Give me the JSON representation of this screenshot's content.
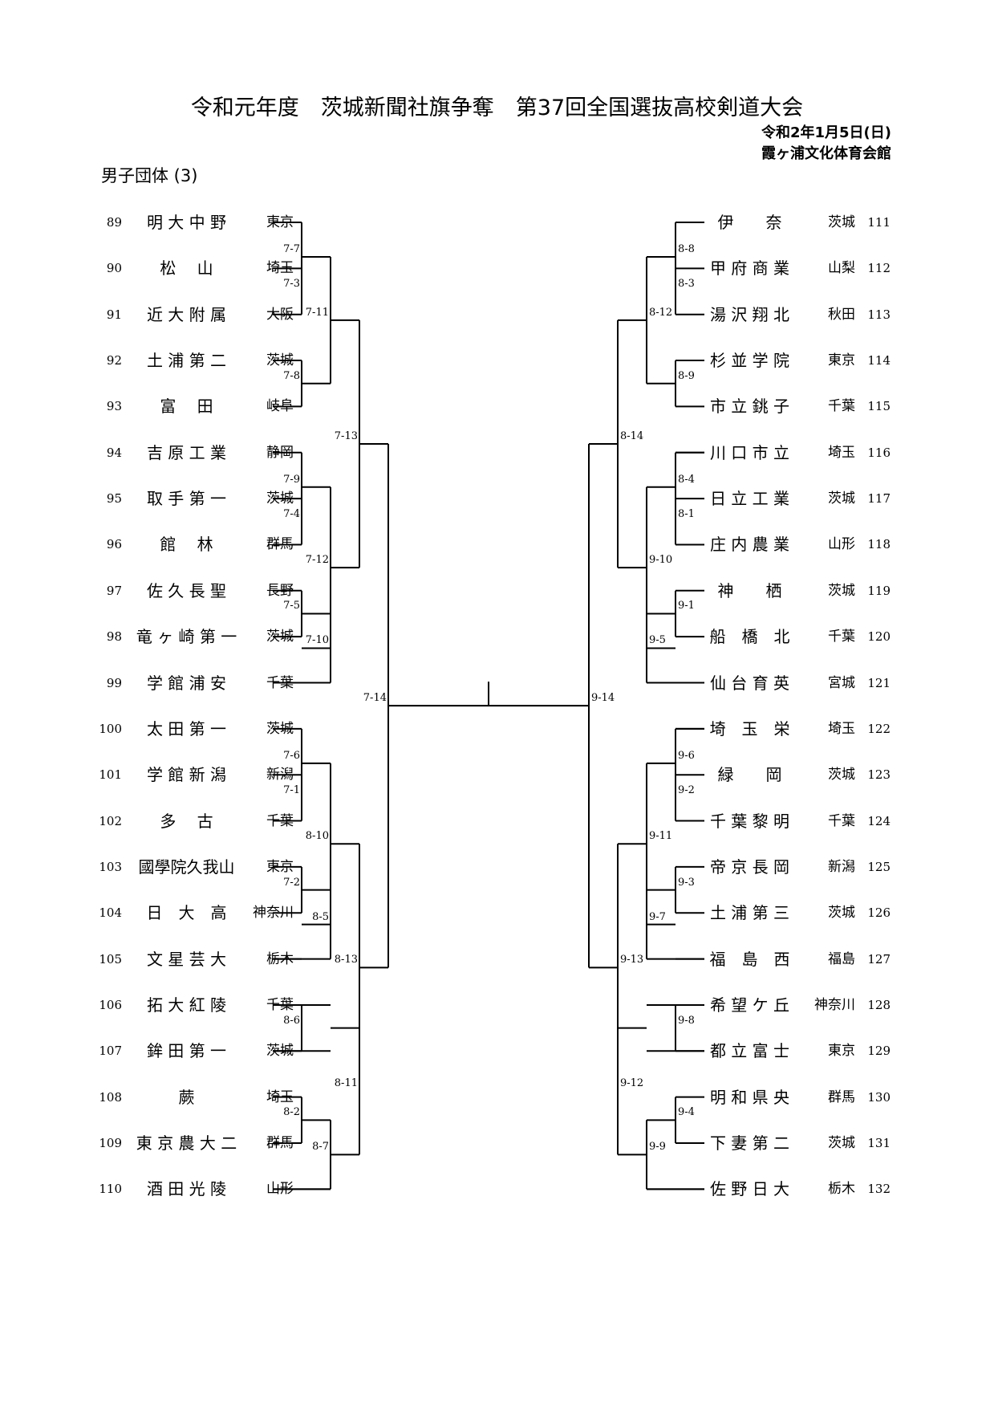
{
  "header": {
    "title": "令和元年度　茨城新聞社旗争奪　第37回全国選抜高校剣道大会",
    "date": "令和2年1月5日(日)",
    "venue": "霞ヶ浦文化体育会館",
    "section": "男子団体 (3)"
  },
  "left_teams": [
    {
      "num": "89",
      "school": "明 大 中 野",
      "pref": "東京"
    },
    {
      "num": "90",
      "school": "松　 山",
      "pref": "埼玉"
    },
    {
      "num": "91",
      "school": "近 大 附 属",
      "pref": "大阪"
    },
    {
      "num": "92",
      "school": "土 浦 第 二",
      "pref": "茨城"
    },
    {
      "num": "93",
      "school": "富　 田",
      "pref": "岐阜"
    },
    {
      "num": "94",
      "school": "吉 原 工 業",
      "pref": "静岡"
    },
    {
      "num": "95",
      "school": "取 手 第 一",
      "pref": "茨城"
    },
    {
      "num": "96",
      "school": "館　 林",
      "pref": "群馬"
    },
    {
      "num": "97",
      "school": "佐 久 長 聖",
      "pref": "長野"
    },
    {
      "num": "98",
      "school": "竜 ヶ 崎 第 一",
      "pref": "茨城"
    },
    {
      "num": "99",
      "school": "学 館 浦 安",
      "pref": "千葉"
    },
    {
      "num": "100",
      "school": "太 田 第 一",
      "pref": "茨城"
    },
    {
      "num": "101",
      "school": "学 館 新 潟",
      "pref": "新潟"
    },
    {
      "num": "102",
      "school": "多　 古",
      "pref": "千葉"
    },
    {
      "num": "103",
      "school": "國學院久我山",
      "pref": "東京"
    },
    {
      "num": "104",
      "school": "日　大　高",
      "pref": "神奈川"
    },
    {
      "num": "105",
      "school": "文 星 芸 大",
      "pref": "栃木"
    },
    {
      "num": "106",
      "school": "拓 大 紅 陵",
      "pref": "千葉"
    },
    {
      "num": "107",
      "school": "鉾 田 第 一",
      "pref": "茨城"
    },
    {
      "num": "108",
      "school": "蕨",
      "pref": "埼玉"
    },
    {
      "num": "109",
      "school": "東 京 農 大 二",
      "pref": "群馬"
    },
    {
      "num": "110",
      "school": "酒 田 光 陵",
      "pref": "山形"
    }
  ],
  "right_teams": [
    {
      "num": "111",
      "school": "伊　　奈",
      "pref": "茨城"
    },
    {
      "num": "112",
      "school": "甲 府 商 業",
      "pref": "山梨"
    },
    {
      "num": "113",
      "school": "湯 沢 翔 北",
      "pref": "秋田"
    },
    {
      "num": "114",
      "school": "杉 並 学 院",
      "pref": "東京"
    },
    {
      "num": "115",
      "school": "市 立 銚 子",
      "pref": "千葉"
    },
    {
      "num": "116",
      "school": "川 口 市 立",
      "pref": "埼玉"
    },
    {
      "num": "117",
      "school": "日 立 工 業",
      "pref": "茨城"
    },
    {
      "num": "118",
      "school": "庄 内 農 業",
      "pref": "山形"
    },
    {
      "num": "119",
      "school": "神　　栖",
      "pref": "茨城"
    },
    {
      "num": "120",
      "school": "船　橋　北",
      "pref": "千葉"
    },
    {
      "num": "121",
      "school": "仙 台 育 英",
      "pref": "宮城"
    },
    {
      "num": "122",
      "school": "埼　玉　栄",
      "pref": "埼玉"
    },
    {
      "num": "123",
      "school": "緑　　岡",
      "pref": "茨城"
    },
    {
      "num": "124",
      "school": "千 葉 黎 明",
      "pref": "千葉"
    },
    {
      "num": "125",
      "school": "帝 京 長 岡",
      "pref": "新潟"
    },
    {
      "num": "126",
      "school": "土 浦 第 三",
      "pref": "茨城"
    },
    {
      "num": "127",
      "school": "福　島　西",
      "pref": "福島"
    },
    {
      "num": "128",
      "school": "希 望 ケ 丘",
      "pref": "神奈川"
    },
    {
      "num": "129",
      "school": "都 立 富 士",
      "pref": "東京"
    },
    {
      "num": "130",
      "school": "明 和 県 央",
      "pref": "群馬"
    },
    {
      "num": "131",
      "school": "下 妻 第 二",
      "pref": "茨城"
    },
    {
      "num": "132",
      "school": "佐 野 日 大",
      "pref": "栃木"
    }
  ],
  "match_labels": {
    "m7_1": "7-1",
    "m7_2": "7-2",
    "m7_3": "7-3",
    "m7_4": "7-4",
    "m7_5": "7-5",
    "m7_6": "7-6",
    "m7_7": "7-7",
    "m7_8": "7-8",
    "m7_9": "7-9",
    "m7_10": "7-10",
    "m7_11": "7-11",
    "m7_12": "7-12",
    "m7_13": "7-13",
    "m7_14": "7-14",
    "m8_2": "8-2",
    "m8_5": "8-5",
    "m8_6": "8-6",
    "m8_7": "8-7",
    "m8_10": "8-10",
    "m8_11": "8-11",
    "m8_13": "8-13",
    "m8_1": "8-1",
    "m8_3": "8-3",
    "m8_4": "8-4",
    "m8_8": "8-8",
    "m8_9": "8-9",
    "m8_12": "8-12",
    "m8_14": "8-14",
    "m9_1": "9-1",
    "m9_2": "9-2",
    "m9_3": "9-3",
    "m9_4": "9-4",
    "m9_5": "9-5",
    "m9_6": "9-6",
    "m9_7": "9-7",
    "m9_8": "9-8",
    "m9_9": "9-9",
    "m9_10": "9-10",
    "m9_11": "9-11",
    "m9_12": "9-12",
    "m9_13": "9-13",
    "m9_14": "9-14"
  }
}
